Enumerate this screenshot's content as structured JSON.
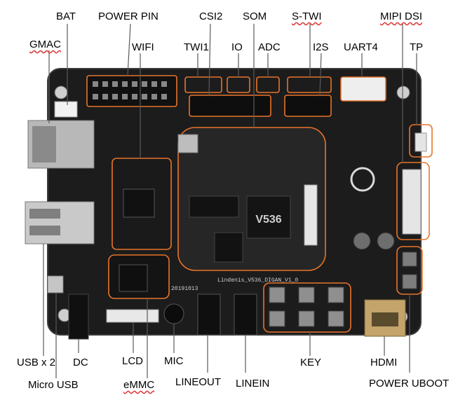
{
  "labels": {
    "bat": "BAT",
    "power_pin": "POWER PIN",
    "csi2": "CSI2",
    "som": "SOM",
    "s_twi": "S-TWI",
    "mipi_dsi": "MIPI DSI",
    "gmac": "GMAC",
    "wifi": "WIFI",
    "twi1": "TWI1",
    "io": "IO",
    "adc": "ADC",
    "i2s": "I2S",
    "uart4": "UART4",
    "tp": "TP",
    "usb_x2": "USB x 2",
    "dc": "DC",
    "lcd": "LCD",
    "mic": "MIC",
    "key": "KEY",
    "hdmi": "HDMI",
    "micro_usb": "Micro USB",
    "emmc": "eMMC",
    "lineout": "LINEOUT",
    "linein": "LINEIN",
    "power_uboot": "POWER UBOOT"
  },
  "board_text": {
    "chip": "V536",
    "silkscreen": "Lindenis_V536_DIGAN_V1_0",
    "date": "20191013"
  },
  "colors": {
    "callout": "#e8742b",
    "leader": "#5a5a5a",
    "pcb": "#1c1c1c",
    "pcb_edge": "#3a3a3a"
  }
}
